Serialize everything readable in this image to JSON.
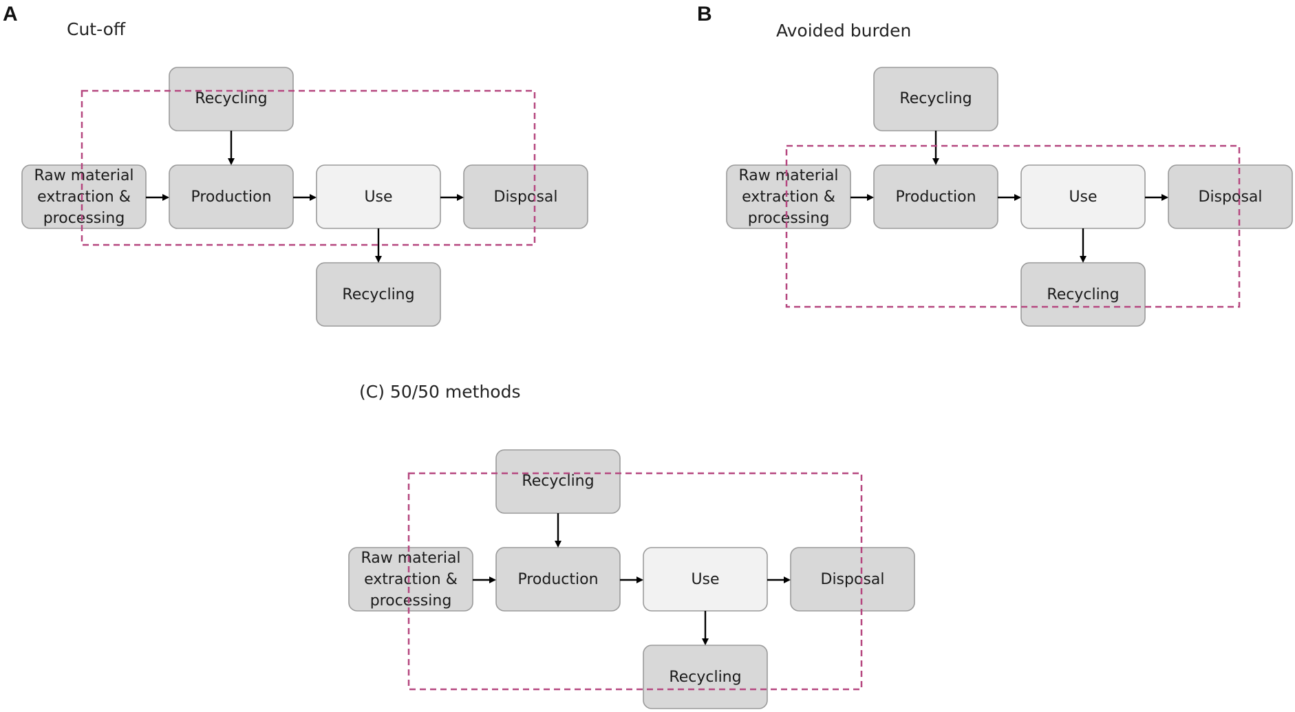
{
  "panels": [
    {
      "letter": "A",
      "title": "Cut-off",
      "boxes": {
        "recycling_top": "Recycling",
        "raw_material": [
          "Raw material",
          "extraction &",
          "processing"
        ],
        "production": "Production",
        "use": "Use",
        "disposal": "Disposal",
        "recycling_bottom": "Recycling"
      }
    },
    {
      "letter": "B",
      "title": "Avoided burden",
      "boxes": {
        "recycling_top": "Recycling",
        "raw_material": [
          "Raw material",
          "extraction &",
          "processing"
        ],
        "production": "Production",
        "use": "Use",
        "disposal": "Disposal",
        "recycling_bottom": "Recycling"
      }
    },
    {
      "letter": "",
      "title": "(C) 50/50 methods",
      "boxes": {
        "recycling_top": "Recycling",
        "raw_material": [
          "Raw material",
          "extraction &",
          "processing"
        ],
        "production": "Production",
        "use": "Use",
        "disposal": "Disposal",
        "recycling_bottom": "Recycling"
      }
    }
  ],
  "colors": {
    "box_fill": "#d8d8d8",
    "use_box_fill": "#f2f2f2",
    "box_border": "#9a9a9a",
    "boundary": "#b5467f",
    "arrow": "#000000"
  }
}
